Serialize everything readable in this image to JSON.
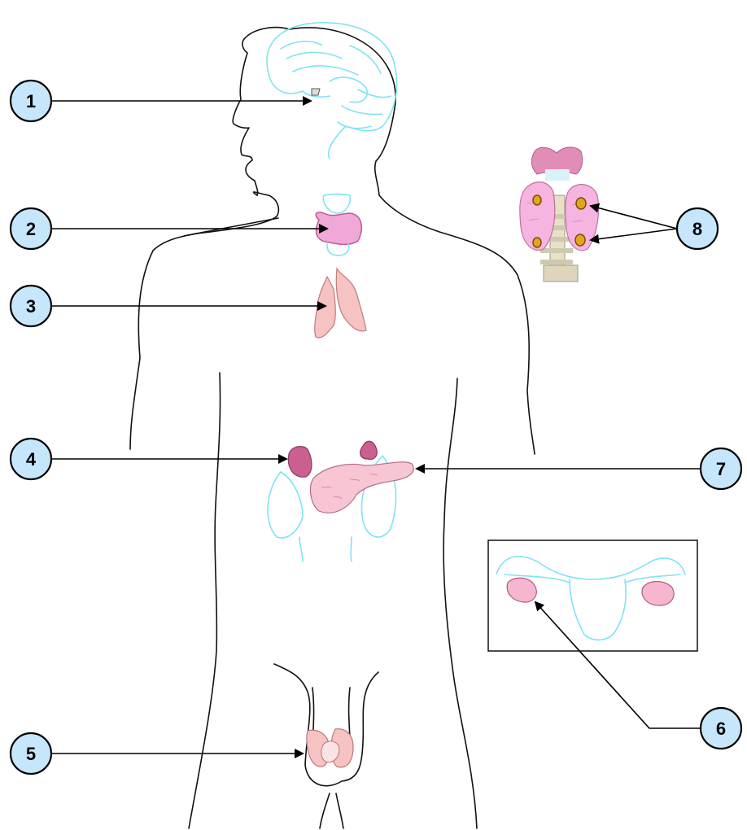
{
  "colors": {
    "background": "#ffffff",
    "outline": "#111111",
    "anatomy_line": "#7fe3f2",
    "marker_fill": "#c6e6fb",
    "marker_stroke": "#000000",
    "gland_pink": "#f0a8d8",
    "gland_light_pink": "#f6c3c3",
    "gland_dark": "#c25a8e",
    "parathyroid_spot": "#e3a51d"
  },
  "markers": [
    {
      "id": "pituitary",
      "label": "1"
    },
    {
      "id": "thyroid",
      "label": "2"
    },
    {
      "id": "thymus",
      "label": "3"
    },
    {
      "id": "adrenal",
      "label": "4"
    },
    {
      "id": "testes",
      "label": "5"
    },
    {
      "id": "ovaries",
      "label": "6"
    },
    {
      "id": "pancreas",
      "label": "7"
    },
    {
      "id": "parathyroid",
      "label": "8"
    }
  ],
  "icons": {
    "brain": "brain-icon",
    "neck_inset": "thyroid-parathyroid-icon",
    "uterus_inset": "uterus-ovaries-icon"
  }
}
